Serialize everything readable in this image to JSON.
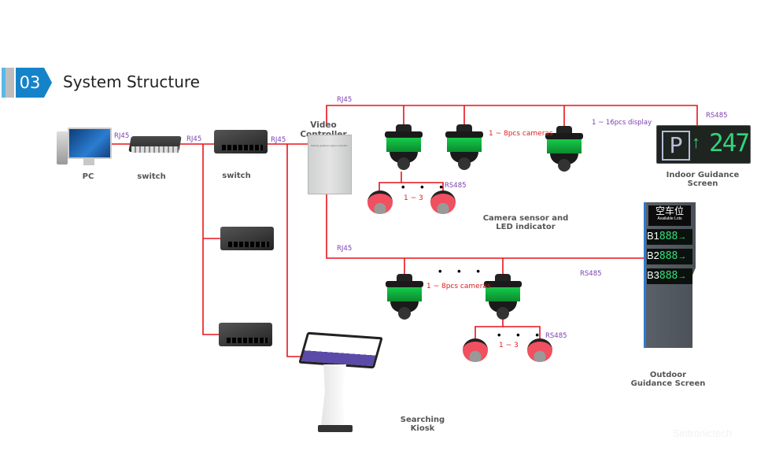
{
  "header": {
    "number": "03",
    "title": "System Structure"
  },
  "devices": {
    "pc": "PC",
    "switch1": "switch",
    "switch2": "switch",
    "video_controller": "Video Controller",
    "controller_panel_text": "Parking guidance system controller",
    "camera_group_label": "Camera sensor and LED indicator",
    "indoor_screen": "Indoor Guidance Screen",
    "indoor_screen_symbol": "P",
    "indoor_screen_value": "247",
    "outdoor_screen": "Outdoor Guidance Screen",
    "outdoor_screen_title_cn": "空车位",
    "outdoor_screen_title_en": "Available Lots",
    "outdoor_rows": [
      {
        "level": "B1",
        "value": "888"
      },
      {
        "level": "B2",
        "value": "888"
      },
      {
        "level": "B3",
        "value": "888"
      }
    ],
    "kiosk": "Searching Kiosk"
  },
  "connections": {
    "rj45_pc_switch": "RJ45",
    "rj45_switch_switch": "RJ45",
    "rj45_switch_controller": "RJ45",
    "rj45_top_bus": "RJ45",
    "rj45_bottom_bus": "RJ45",
    "rs485_indicator_top": "RS485",
    "rs485_indoor": "RS485",
    "rs485_outdoor": "RS485",
    "rs485_indicator_bottom": "RS485"
  },
  "annotations": {
    "cameras_top": "1 ~ 8pcs cameras",
    "cameras_bottom": "1 ~ 8pcs cameras",
    "displays": "1 ~ 16pcs display",
    "indicators_top": "1 ~ 3",
    "indicators_bottom": "1 ~ 3",
    "ellipsis": "• • •"
  },
  "watermark": "Sintronictech",
  "colors": {
    "wire": "#e8141b",
    "accent": "#1583c9",
    "protocol": "#7a3fb0"
  }
}
